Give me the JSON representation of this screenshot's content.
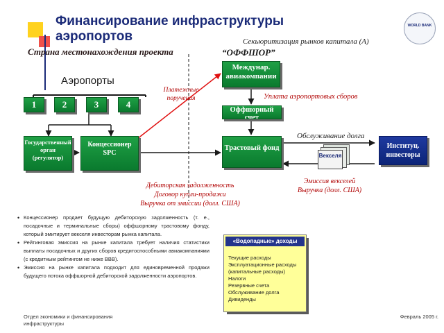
{
  "title": "Финансирование инфраструктуры аэропортов",
  "logo_text": "WORLD BANK",
  "labels": {
    "location_country": "Страна местонахождения проекта",
    "offshore": "“ОФФШОР”",
    "securitization": "Секьюритизация рынков капитала (А)",
    "airports": "Аэропорты",
    "payment_orders": "Платежные поручения",
    "airport_fees": "Уплата аэропортовых сборов",
    "debt_service": "Обслуживание долга",
    "receivables": "Дебиторская задолженность",
    "purchase_agreement": "Договор купли-продажи",
    "issue_proceeds": "Выручка от эмиссии (долл. США)",
    "notes_issue": "Эмиссия векселей",
    "proceeds_usd": "Выручка (долл. США)"
  },
  "airport_numbers": [
    "1",
    "2",
    "3",
    "4"
  ],
  "boxes": {
    "state_body": "Государственный орган (регулятор)",
    "concessionaire": "Концессионер SPC",
    "airlines": "Междунар. авиакомпании",
    "offshore_account": "Оффшорный счет",
    "trust_fund": "Трастовый фонд",
    "notes": "Векселя",
    "institutional": "Институц. инвесторы"
  },
  "bullets": [
    "Концессионер продает будущую дебиторскую задолженность (т. е., посадочные и терминальные сборы) оффшорному трастовому фонду, который эмитирует векселя инвесторам рынка капитала.",
    "Рейтинговая эмиссия на рынке капитала требует наличия статистики выплаты посадочных и других сборов кредитоспособными авиакомпаниями (с кредитным рейтингом не ниже BBB).",
    "Эмиссия на рынке капитала подходит для единовременной продажи будущего потока оффшорной дебиторской задолженности аэропортов."
  ],
  "waterfall": {
    "header": "«Водопадные» доходы",
    "items": [
      "Текущие расходы",
      "Эксплуатационные расходы (капитальные расходы)",
      "Налоги",
      "Резервные счета",
      "Обслуживание долга",
      "Дивиденды"
    ]
  },
  "footer": {
    "left": "Отдел экономики и финансирования инфраструктуры",
    "right": "Февраль 2005 г."
  },
  "colors": {
    "green_box": "#0a7a2e",
    "blue_box": "#0c2478",
    "title": "#1a2a78",
    "accent_red": "#f0504a",
    "accent_yellow": "#ffd21e",
    "waterfall_fill": "#ffff99"
  }
}
